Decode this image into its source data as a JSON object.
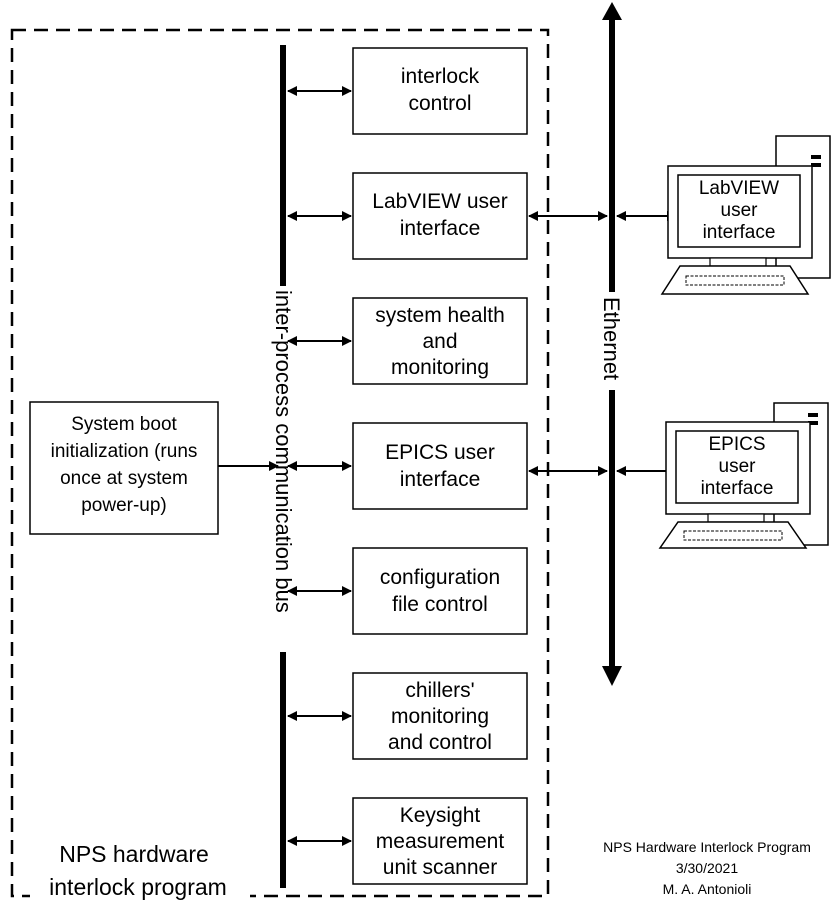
{
  "program_box_label": [
    "NPS hardware",
    "interlock program"
  ],
  "boot_box": [
    "System boot",
    "initialization (runs",
    "once at system",
    "power-up)"
  ],
  "bus_label": "inter-process communication bus",
  "ethernet_label": "Ethernet",
  "modules": [
    {
      "lines": [
        "interlock",
        "control"
      ]
    },
    {
      "lines": [
        "LabVIEW user",
        "interface"
      ]
    },
    {
      "lines": [
        "system health",
        "and",
        "monitoring"
      ]
    },
    {
      "lines": [
        "EPICS user",
        "interface"
      ]
    },
    {
      "lines": [
        "configuration",
        "file control"
      ]
    },
    {
      "lines": [
        "chillers'",
        "monitoring",
        "and control"
      ]
    },
    {
      "lines": [
        "Keysight",
        "measurement",
        "unit scanner"
      ]
    }
  ],
  "computers": [
    {
      "lines": [
        "LabVIEW",
        "user",
        "interface"
      ]
    },
    {
      "lines": [
        "EPICS",
        "user",
        "interface"
      ]
    }
  ],
  "signature": [
    "NPS Hardware Interlock Program",
    "3/30/2021",
    "M. A. Antonioli"
  ]
}
